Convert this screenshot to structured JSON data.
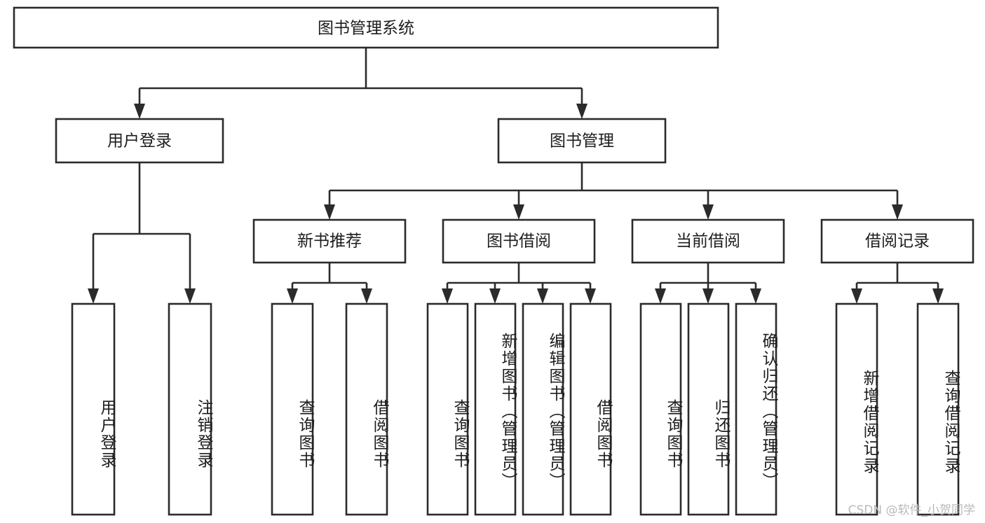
{
  "diagram": {
    "type": "tree-hierarchy-chart",
    "title": "图书管理系统",
    "colors": {
      "stroke": "#2b2b2b",
      "fill": "#ffffff",
      "text": "#1d1d1d",
      "watermark": "#b9b9b9",
      "background": "#ffffff"
    },
    "root": {
      "label": "图书管理系统"
    },
    "level2": [
      {
        "label": "用户登录"
      },
      {
        "label": "图书管理"
      }
    ],
    "level3": [
      {
        "label": "新书推荐"
      },
      {
        "label": "图书借阅"
      },
      {
        "label": "当前借阅"
      },
      {
        "label": "借阅记录"
      }
    ],
    "leaves": {
      "user_login": [
        {
          "label": "用户登录"
        },
        {
          "label": "注销登录"
        }
      ],
      "new_book_recommend": [
        {
          "label": "查询图书"
        },
        {
          "label": "借阅图书"
        }
      ],
      "book_borrow": [
        {
          "label": "查询图书"
        },
        {
          "label": "新增图书（管理员）"
        },
        {
          "label": "编辑图书（管理员）"
        },
        {
          "label": "借阅图书"
        }
      ],
      "current_borrow": [
        {
          "label": "查询图书"
        },
        {
          "label": "归还图书"
        },
        {
          "label": "确认归还（管理员）"
        }
      ],
      "borrow_record": [
        {
          "label": "新增借阅记录"
        },
        {
          "label": "查询借阅记录"
        }
      ]
    },
    "watermark": "CSDN @软件_小贺同学"
  }
}
